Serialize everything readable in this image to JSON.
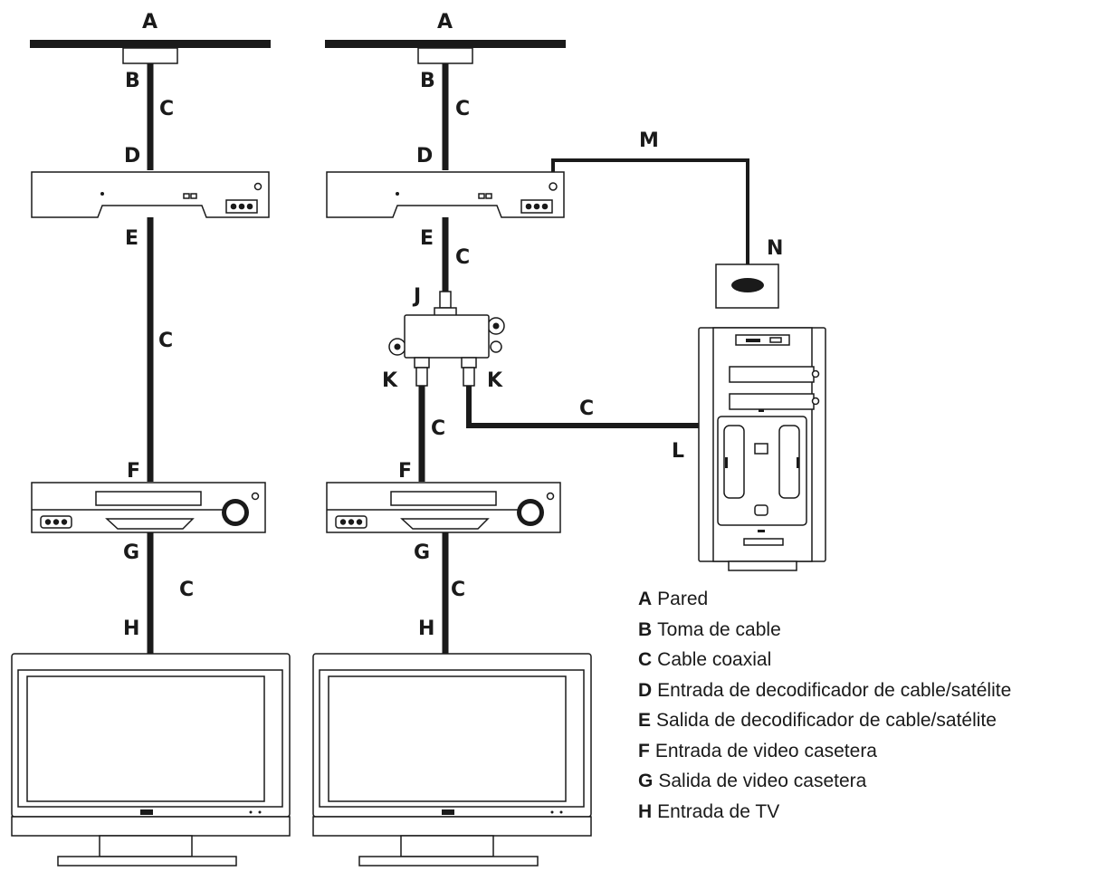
{
  "diagram": {
    "left": {
      "wall": "A",
      "outlet": "B",
      "cable_top": "C",
      "box_in": "D",
      "box_out": "E",
      "cable_mid": "C",
      "vcr_in": "F",
      "vcr_out": "G",
      "cable_bottom": "C",
      "tv_in": "H"
    },
    "right": {
      "wall": "A",
      "outlet": "B",
      "cable_top": "C",
      "box_in": "D",
      "box_out": "E",
      "cable_split": "C",
      "splitter_in": "J",
      "splitter_out_left": "K",
      "splitter_out_right": "K",
      "cable_vcr": "C",
      "cable_pc": "C",
      "pc_in": "L",
      "ir_cable": "M",
      "ir_receiver": "N",
      "vcr_in": "F",
      "vcr_out": "G",
      "cable_bottom": "C",
      "tv_in": "H"
    }
  },
  "legend": [
    {
      "key": "A",
      "text": "Pared"
    },
    {
      "key": "B",
      "text": "Toma de cable"
    },
    {
      "key": "C",
      "text": "Cable coaxial"
    },
    {
      "key": "D",
      "text": "Entrada de decodificador de cable/satélite"
    },
    {
      "key": "E",
      "text": "Salida de decodificador de cable/satélite"
    },
    {
      "key": "F",
      "text": "Entrada de video casetera"
    },
    {
      "key": "G",
      "text": "Salida de video casetera"
    },
    {
      "key": "H",
      "text": "Entrada de TV"
    }
  ]
}
